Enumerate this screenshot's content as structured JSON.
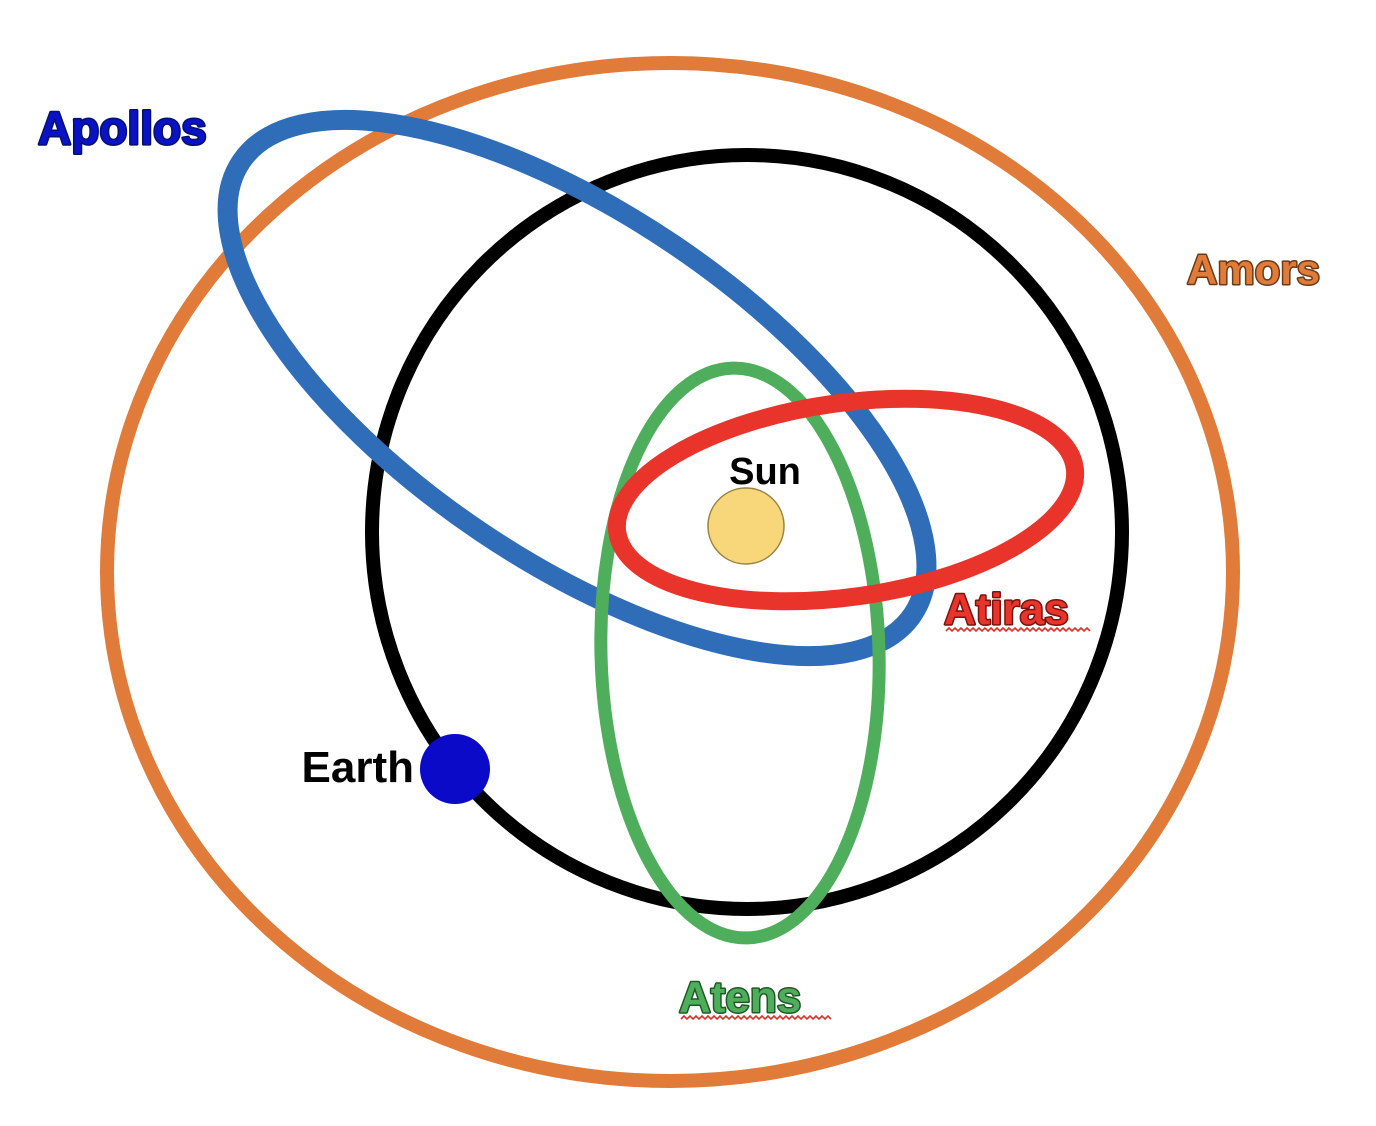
{
  "diagram": {
    "orbits": {
      "amors": {
        "label": "Amors",
        "color": "#E07B39",
        "label_outline": "#6B3A16"
      },
      "apollos": {
        "label": "Apollos",
        "color": "#2F6DB8",
        "label_color": "#0A12C8",
        "label_outline": "#05106B"
      },
      "atiras": {
        "label": "Atiras",
        "color": "#E8342A",
        "label_outline": "#7A120D"
      },
      "atens": {
        "label": "Atens",
        "color": "#4FAE5C",
        "label_outline": "#1E5A25"
      },
      "earth_orbit": {
        "color": "#000000"
      }
    },
    "bodies": {
      "sun": {
        "label": "Sun",
        "fill": "#F7D77A",
        "stroke": "#9A8440"
      },
      "earth": {
        "label": "Earth",
        "fill": "#0A0AC8"
      }
    },
    "spellcheck_underline_color": "#E0302A"
  }
}
